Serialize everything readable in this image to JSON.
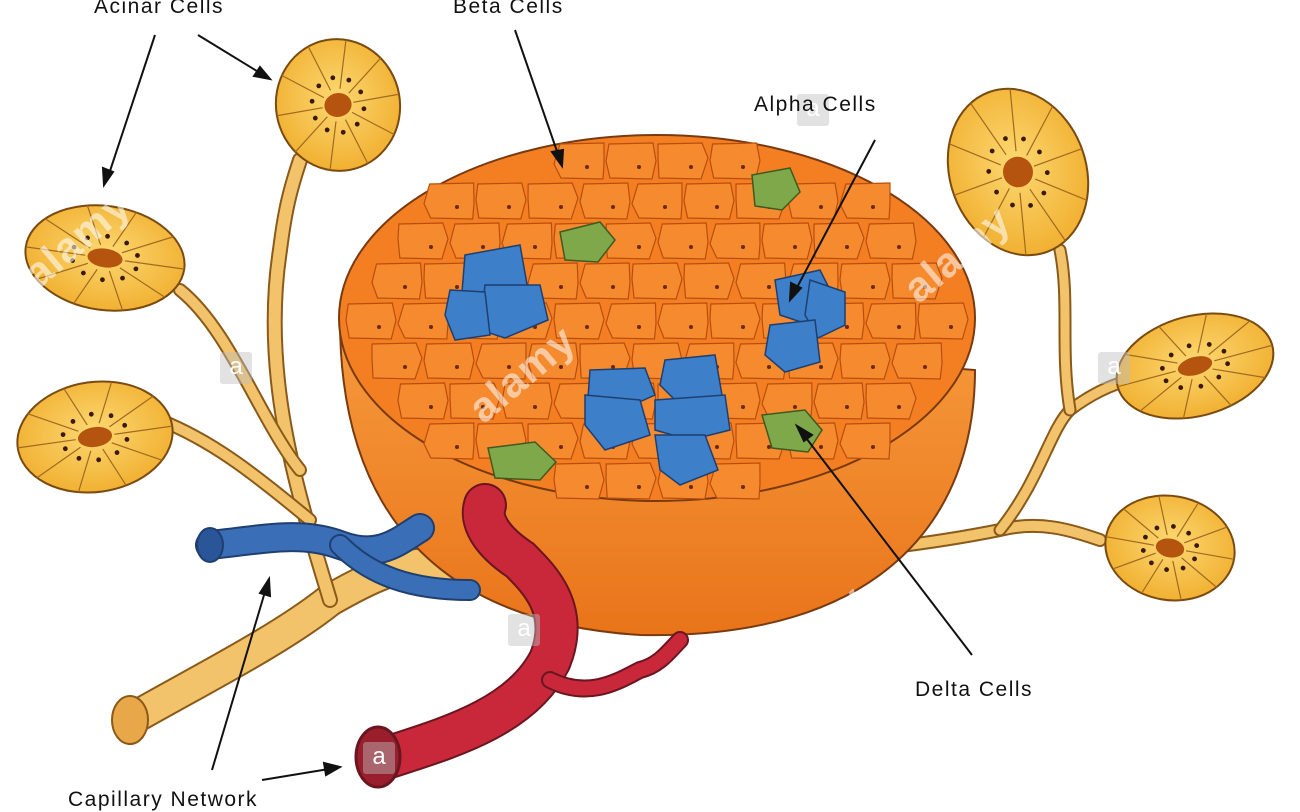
{
  "labels": {
    "acinar": "Acinar Cells",
    "beta": "Beta Cells",
    "alpha": "Alpha Cells",
    "delta": "Delta Cells",
    "capillary": "Capillary Network"
  },
  "watermark": {
    "brand": "alamy",
    "letter": "a"
  },
  "colors": {
    "acinar_fill": "#f7c24a",
    "acinar_duct": "#b5540f",
    "duct_tube": "#f2c36a",
    "islet_body": "#f28a2e",
    "beta_cell": "#f47f22",
    "alpha_cell": "#3d7fc9",
    "delta_cell": "#7fa84a",
    "vein": "#3a6fb8",
    "artery": "#c8283a",
    "outline": "#7a3a10"
  }
}
